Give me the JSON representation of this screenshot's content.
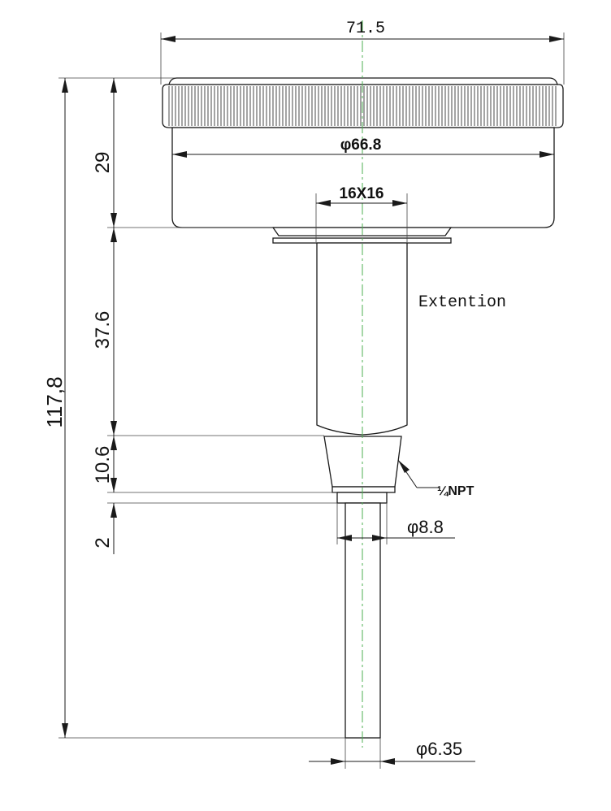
{
  "dimensions": {
    "overall_width": "71.5",
    "head_diameter": "φ66.8",
    "wrench_flat": "16X16",
    "head_height": "29",
    "extension_length": "37.6",
    "overall_length": "117,8",
    "thread_length": "10.6",
    "step_length": "2",
    "step_diameter": "φ8.8",
    "stem_diameter": "φ6.35",
    "thread_spec": "¼NPT"
  },
  "labels": {
    "extension": "Extention"
  },
  "colors": {
    "line": "#1a1a1a",
    "centerline": "#4caf50"
  }
}
